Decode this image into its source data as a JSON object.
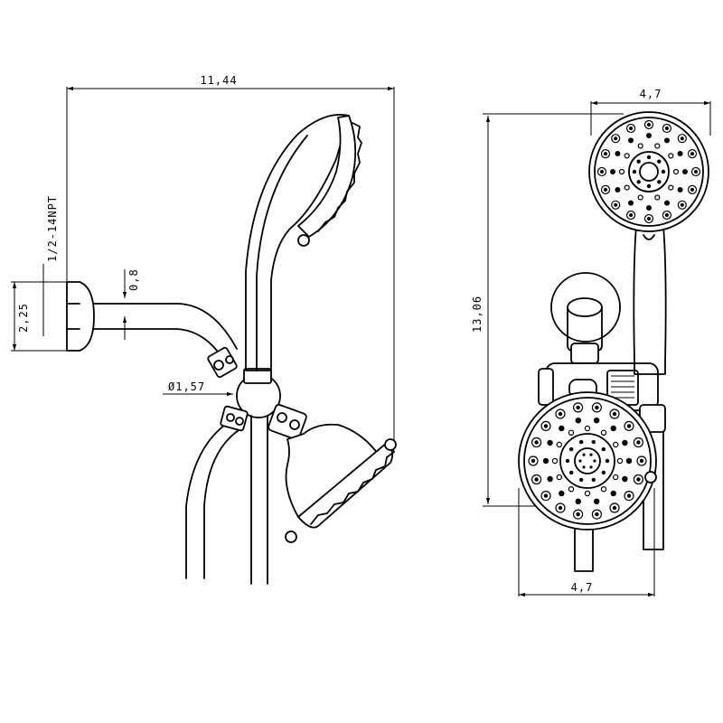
{
  "dimensions": {
    "overall_width": "11,44",
    "thread": "1/2-14NPT",
    "flange_height": "2,25",
    "arm_offset": "0,8",
    "mount_diameter": "Ø1,57",
    "handshower_width": "4,7",
    "overall_height": "13,06",
    "showerhead_width": "4,7"
  }
}
